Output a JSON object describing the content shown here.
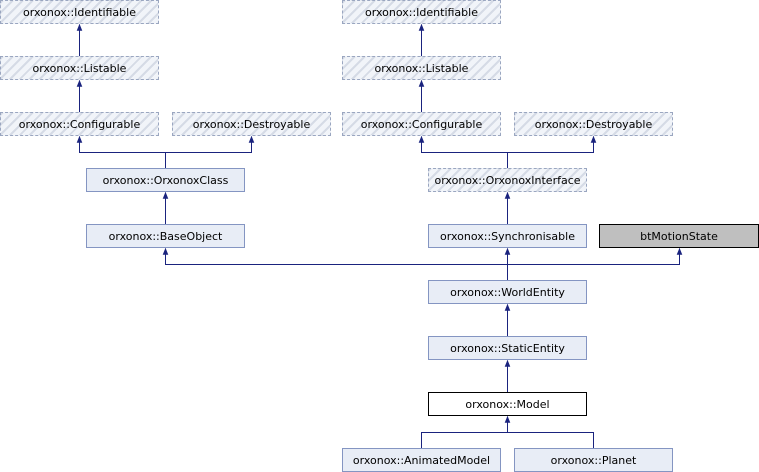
{
  "colors": {
    "edge": "#1a237e",
    "virtual_border": "#9aa6c0",
    "normal_border": "#8495c2",
    "external_fill": "#bfbfbf"
  },
  "nodes": {
    "identifiable_left": "orxonox::Identifiable",
    "listable_left": "orxonox::Listable",
    "configurable_left": "orxonox::Configurable",
    "destroyable_left": "orxonox::Destroyable",
    "orxonox_class": "orxonox::OrxonoxClass",
    "base_object": "orxonox::BaseObject",
    "identifiable_right": "orxonox::Identifiable",
    "listable_right": "orxonox::Listable",
    "configurable_right": "orxonox::Configurable",
    "destroyable_right": "orxonox::Destroyable",
    "orxonox_interface": "orxonox::OrxonoxInterface",
    "synchronisable": "orxonox::Synchronisable",
    "bt_motion_state": "btMotionState",
    "world_entity": "orxonox::WorldEntity",
    "static_entity": "orxonox::StaticEntity",
    "model": "orxonox::Model",
    "animated_model": "orxonox::AnimatedModel",
    "planet": "orxonox::Planet"
  }
}
